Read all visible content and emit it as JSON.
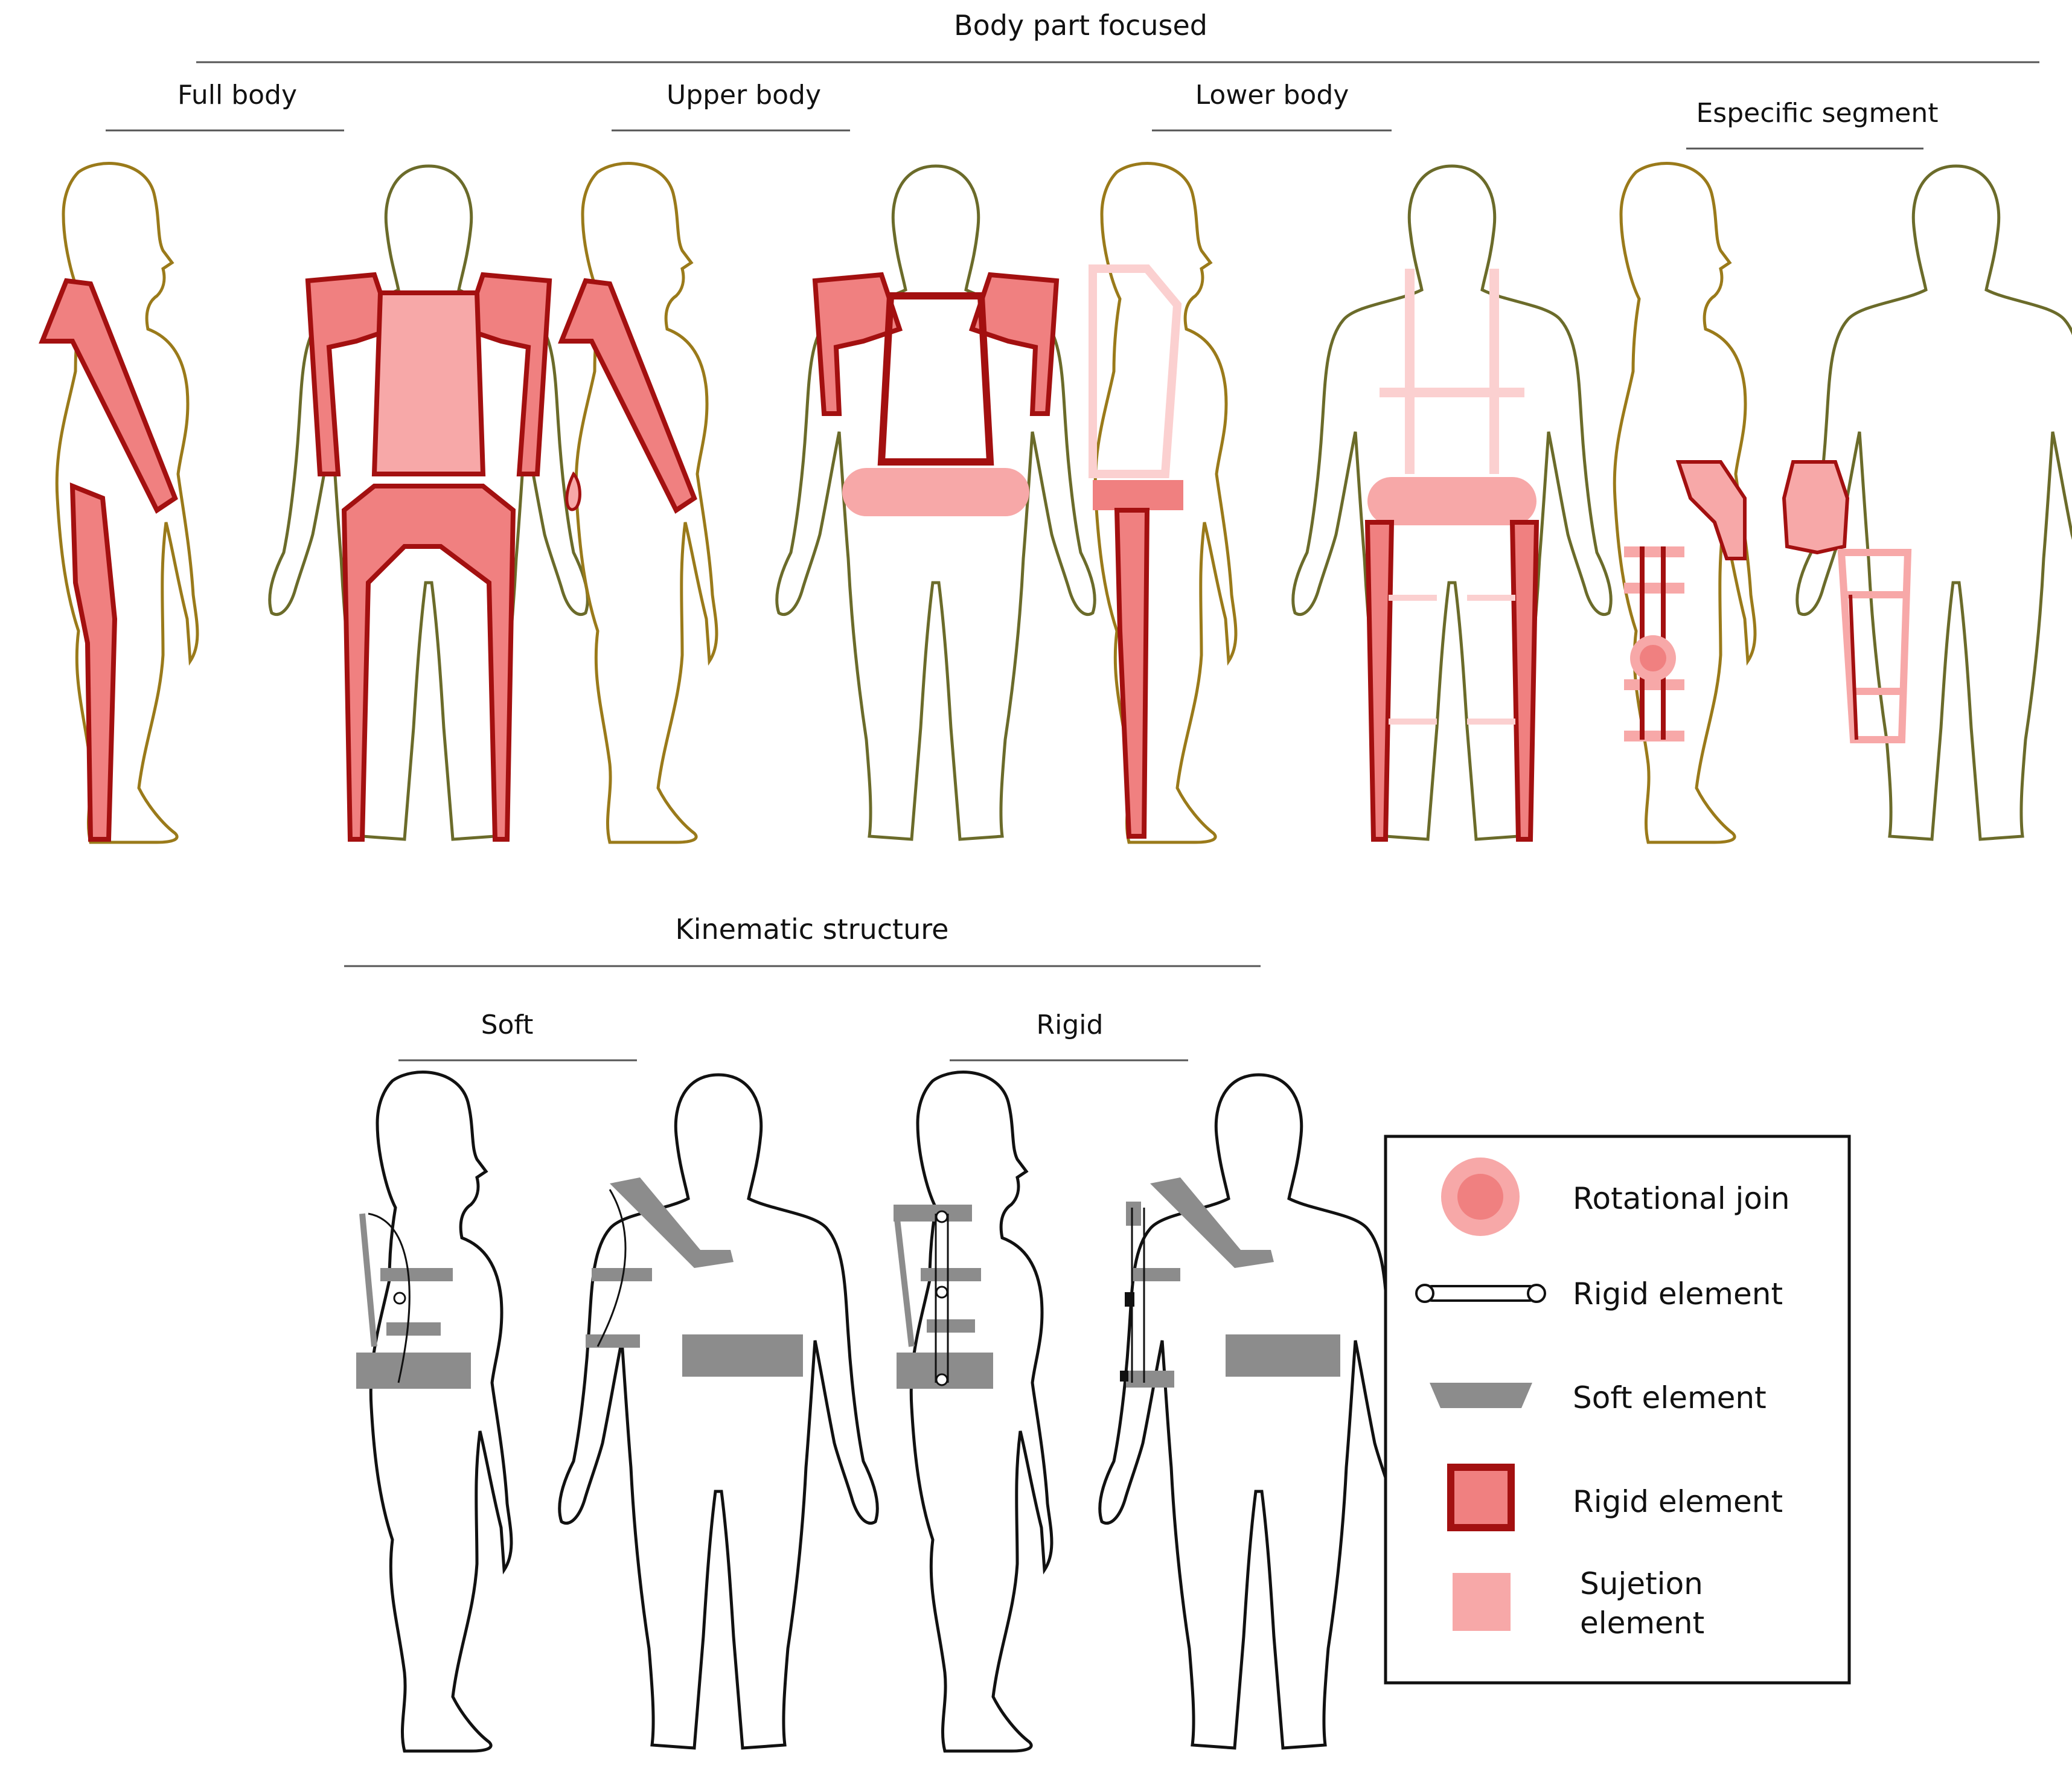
{
  "sections": {
    "body_part": {
      "title": "Body part focused",
      "groups": [
        "Full body",
        "Upper body",
        "Lower body",
        "Especific segment"
      ]
    },
    "kinematic": {
      "title": "Kinematic structure",
      "groups": [
        "Soft",
        "Rigid"
      ]
    }
  },
  "legend": {
    "items": [
      {
        "label": "Rotational join",
        "icon": "rotational-join-icon"
      },
      {
        "label": "Rigid element",
        "icon": "rigid-link-icon"
      },
      {
        "label": "Soft element",
        "icon": "soft-element-icon"
      },
      {
        "label": "Rigid element",
        "icon": "rigid-block-icon"
      },
      {
        "label": "Sujetion element",
        "icon": "sujetion-element-icon"
      }
    ]
  },
  "colors": {
    "figure_outline_gold": "#9a7a1a",
    "figure_outline_olive": "#6b6b2a",
    "figure_outline_black": "#111111",
    "rigid_stroke": "#a31010",
    "rigid_fill": "#f08080",
    "sujetion_fill": "#f7a8a8",
    "soft_gray": "#8c8c8c"
  }
}
